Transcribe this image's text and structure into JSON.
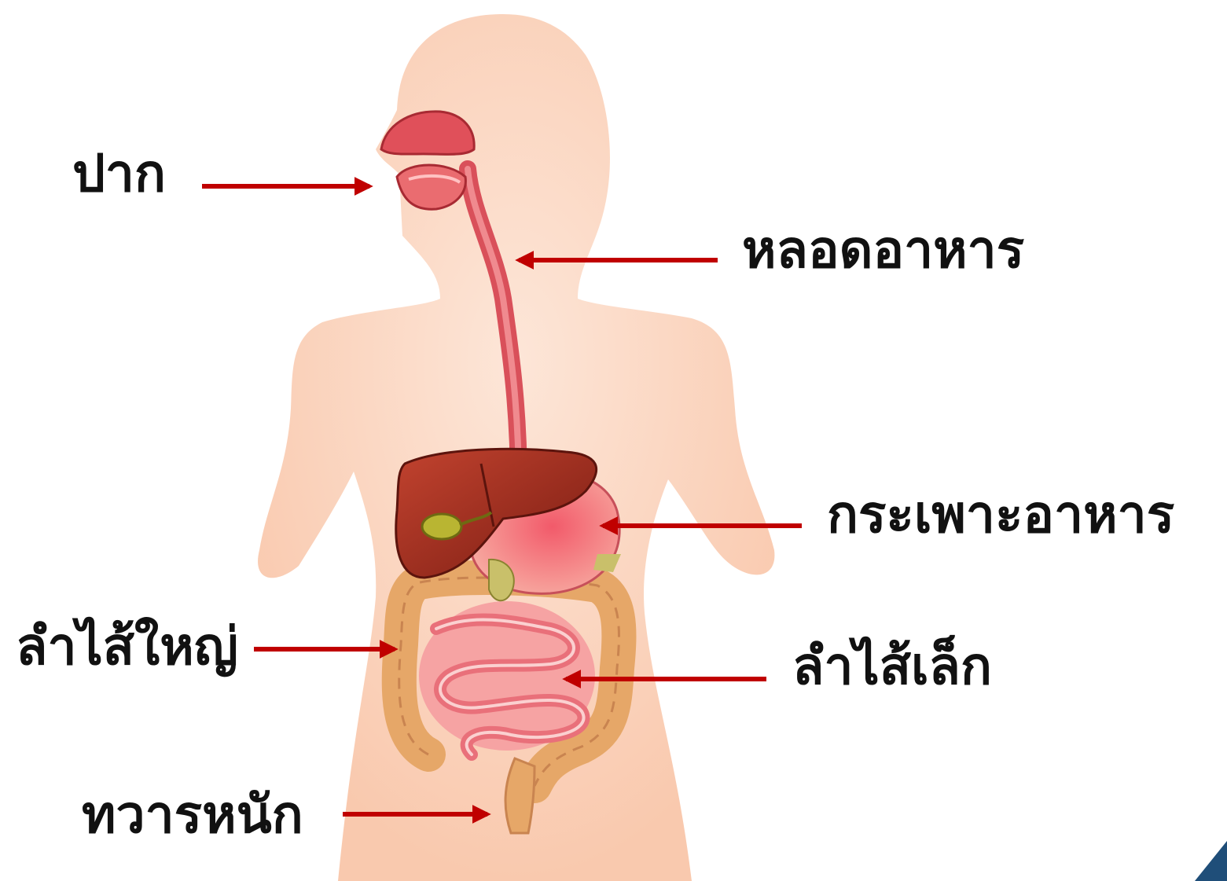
{
  "diagram": {
    "arrow_color": "#c00000",
    "skin_color": "#fbd2bc",
    "labels": {
      "mouth": "ปาก",
      "esophagus": "หลอดอาหาร",
      "stomach": "กระเพาะอาหาร",
      "large_intestine": "ลำไส้ใหญ่",
      "small_intestine": "ลำไส้เล็ก",
      "anus": "ทวารหนัก"
    }
  }
}
